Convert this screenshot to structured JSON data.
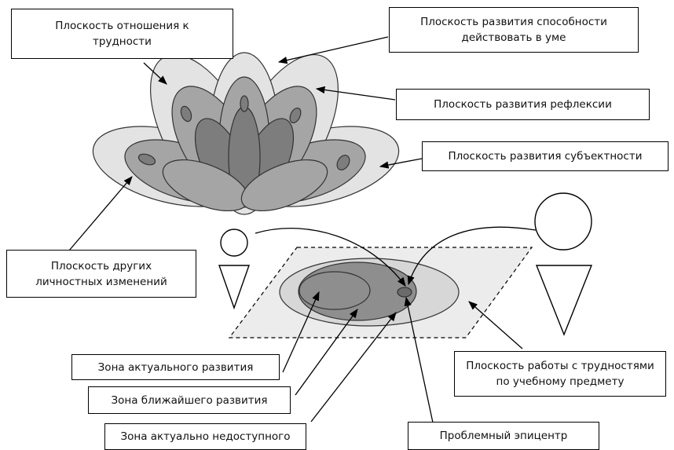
{
  "labels": {
    "difficulty_attitude": "Плоскость отношения к\nтрудности",
    "mental_action": "Плоскость развития способности\nдействовать в уме",
    "reflection": "Плоскость развития рефлексии",
    "subjectivity": "Плоскость развития субъектности",
    "other_personal": "Плоскость других\nличностных изменений",
    "subject_difficulty": "Плоскость работы с трудностями\nпо учебному предмету",
    "actual_zone": "Зона актуального развития",
    "proximal_zone": "Зона ближайшего развития",
    "inaccessible_zone": "Зона актуально недоступного",
    "problem_epicenter": "Проблемный эпицентр"
  },
  "colors": {
    "outer_petal": "#e3e3e3",
    "mid_petal": "#a5a5a5",
    "dark_petal": "#7d7d7d",
    "plane_fill": "#ececec",
    "zone_light": "#d7d7d7",
    "zone_mid": "#8e8e8e",
    "zone_dark": "#6b6b6b"
  }
}
